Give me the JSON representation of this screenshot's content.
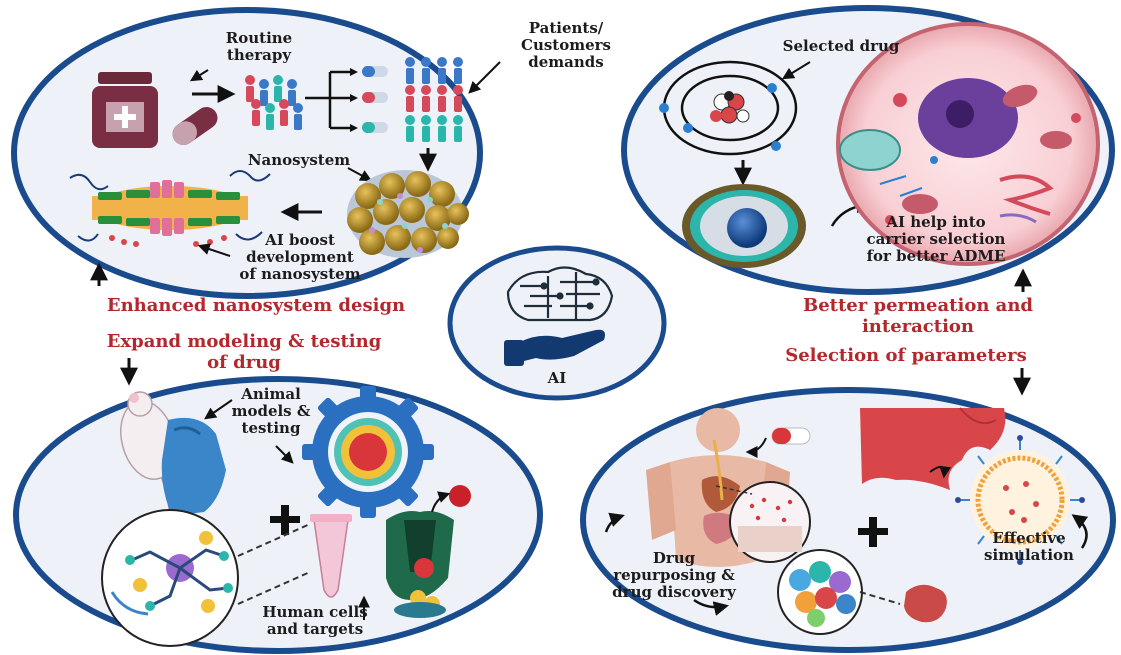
{
  "colors": {
    "circle_fill": "#eef2f8",
    "circle_stroke": "#1a4b8c",
    "heading_red": "#b3282d",
    "text_dark": "#1c1c1c"
  },
  "top_left": {
    "routine_therapy": [
      "Routine",
      "therapy"
    ],
    "patients_demands": [
      "Patients/",
      "Customers",
      "demands"
    ],
    "nanosystem": "Nanosystem",
    "ai_boost": [
      "AI boost",
      "development",
      "of nanosystem"
    ]
  },
  "top_right": {
    "selected_drug": "Selected drug",
    "ai_help": [
      "AI help into",
      "carrier selection",
      "for better ADME"
    ]
  },
  "center": {
    "ai_label": "AI"
  },
  "bottom_left": {
    "animal_models": [
      "Animal",
      "models &",
      "testing"
    ],
    "human_cells": [
      "Human cells",
      "and targets"
    ]
  },
  "bottom_right": {
    "drug_repurposing": [
      "Drug",
      "repurposing &",
      "drug discovery"
    ],
    "effective_simulation": [
      "Effective",
      "simulation"
    ]
  },
  "headings": {
    "enhanced_nanosystem": "Enhanced nanosystem design",
    "expand_modeling": [
      "Expand modeling & testing",
      "of drug"
    ],
    "better_permeation": [
      "Better permeation and",
      "interaction"
    ],
    "selection_parameters": "Selection of parameters"
  },
  "icons": [
    "medicine-bottle-icon",
    "capsule-icon",
    "people-group-icon",
    "nanosystem-cluster-icon",
    "nanocarrier-icon",
    "atom-drug-icon",
    "cell-icon",
    "carrier-sphere-icon",
    "ai-brain-icon",
    "hand-icon",
    "mouse-icon",
    "gear-receptor-icon",
    "test-tube-icon",
    "protein-icon",
    "transporter-icon",
    "human-body-icon",
    "pill-icon",
    "tissue-icon",
    "liposome-icon",
    "cell-cluster-icon",
    "tumor-icon"
  ]
}
